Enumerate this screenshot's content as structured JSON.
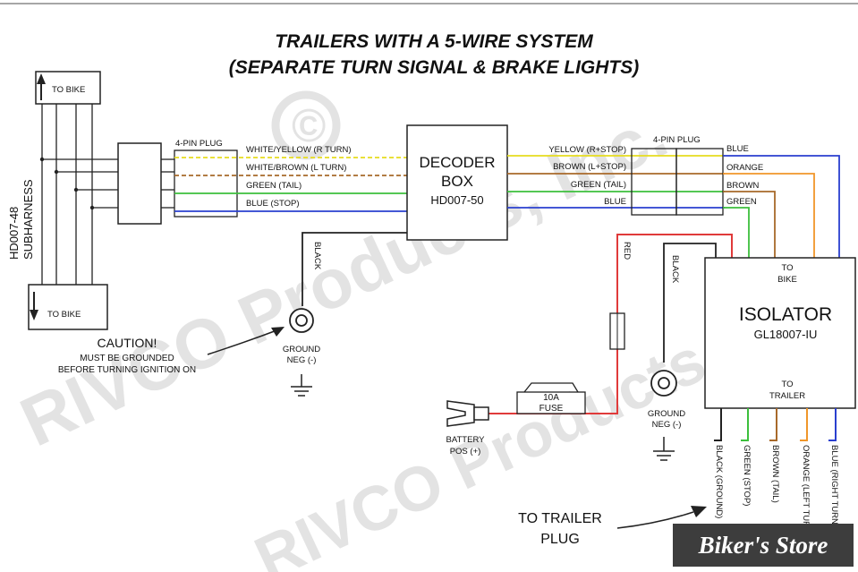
{
  "watermark": {
    "line1": "RIVCO Products, Inc.",
    "line2": "RIVCO Products, Inc.",
    "copyright": "©"
  },
  "title": {
    "line1": "TRAILERS WITH A 5-WIRE SYSTEM",
    "line2": "(SEPARATE TURN SIGNAL & BRAKE LIGHTS)"
  },
  "subharness": {
    "part": "HD007-48",
    "name": "SUBHARNESS",
    "to_bike_top": "TO BIKE",
    "to_bike_bottom": "TO BIKE"
  },
  "left_plug": {
    "label": "4-PIN PLUG"
  },
  "left_wires": [
    {
      "label": "WHITE/YELLOW (R TURN)",
      "color": "#e6dc1e"
    },
    {
      "label": "WHITE/BROWN (L TURN)",
      "color": "#a8692a"
    },
    {
      "label": "GREEN (TAIL)",
      "color": "#3cbf3c"
    },
    {
      "label": "BLUE (STOP)",
      "color": "#2a3fcf"
    }
  ],
  "decoder": {
    "line1": "DECODER",
    "line2": "BOX",
    "part": "HD007-50"
  },
  "decoder_out_wires": [
    {
      "label": "YELLOW (R+STOP)",
      "color": "#e6dc1e"
    },
    {
      "label": "BROWN (L+STOP)",
      "color": "#a8692a"
    },
    {
      "label": "GREEN (TAIL)",
      "color": "#3cbf3c"
    },
    {
      "label": "BLUE",
      "color": "#2a3fcf"
    }
  ],
  "right_plug": {
    "label": "4-PIN PLUG"
  },
  "right_plug_out": [
    {
      "label": "BLUE",
      "color": "#2a3fcf"
    },
    {
      "label": "ORANGE",
      "color": "#f0962a"
    },
    {
      "label": "BROWN",
      "color": "#a8692a"
    },
    {
      "label": "GREEN",
      "color": "#3cbf3c"
    }
  ],
  "black_wire": {
    "label": "BLACK"
  },
  "ground_left": {
    "line1": "GROUND",
    "line2": "NEG (-)"
  },
  "caution": {
    "line1": "CAUTION!",
    "line2": "MUST BE GROUNDED",
    "line3": "BEFORE TURNING IGNITION ON"
  },
  "red_wire": {
    "label": "RED",
    "color": "#e03a3a"
  },
  "black_wire_2": {
    "label": "BLACK"
  },
  "fuse": {
    "line1": "10A",
    "line2": "FUSE"
  },
  "battery": {
    "line1": "BATTERY",
    "line2": "POS (+)"
  },
  "ground_right": {
    "line1": "GROUND",
    "line2": "NEG (-)"
  },
  "isolator": {
    "to_bike_1": "TO",
    "to_bike_2": "BIKE",
    "name": "ISOLATOR",
    "part": "GL18007-IU",
    "to_trailer_1": "TO",
    "to_trailer_2": "TRAILER"
  },
  "trailer_outputs": [
    {
      "label": "BLACK (GROUND)",
      "color": "#222222"
    },
    {
      "label": "GREEN (STOP)",
      "color": "#3cbf3c"
    },
    {
      "label": "BROWN (TAIL)",
      "color": "#a8692a"
    },
    {
      "label": "ORANGE (LEFT TURN)",
      "color": "#f0962a"
    },
    {
      "label": "BLUE (RIGHT TURN)",
      "color": "#2a3fcf"
    }
  ],
  "trailer_plug": {
    "line1": "TO TRAILER",
    "line2": "PLUG"
  },
  "store": {
    "label": "Biker's Store"
  }
}
